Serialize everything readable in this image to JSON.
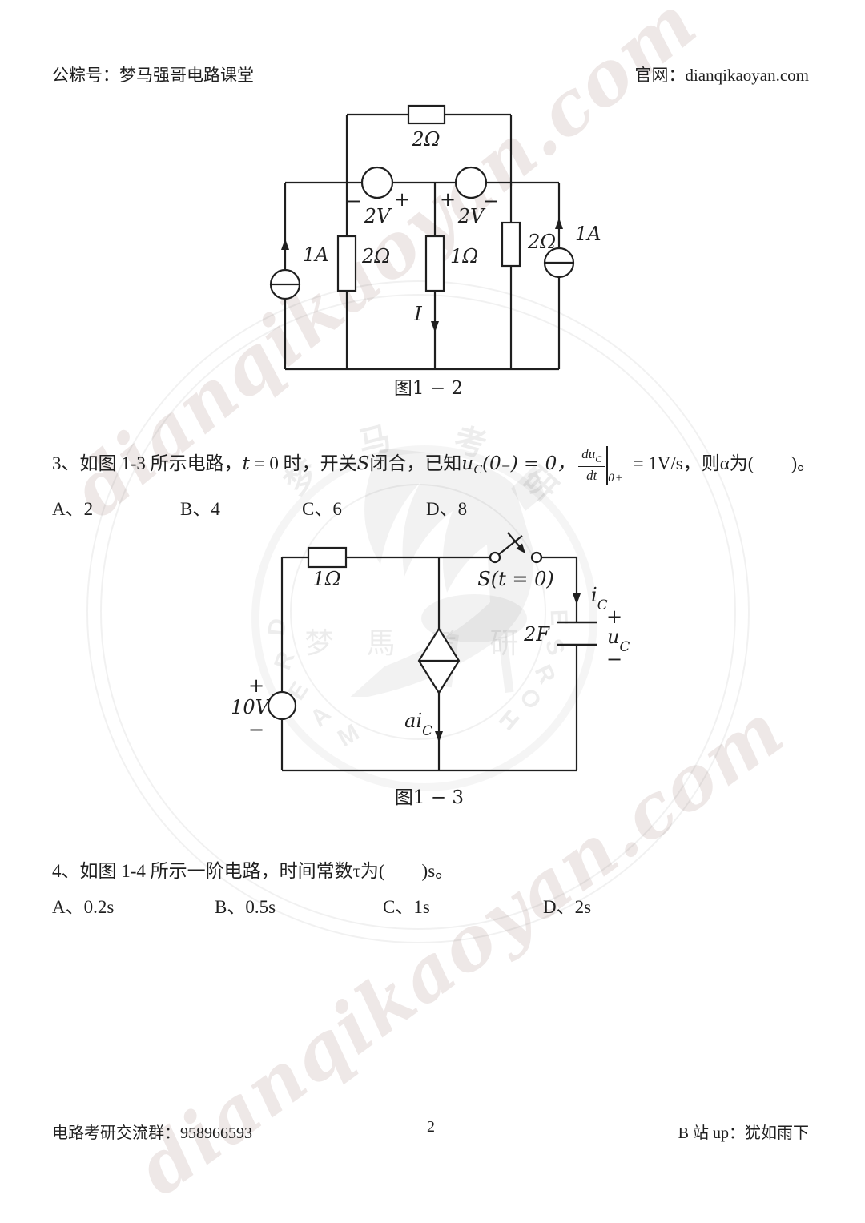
{
  "page": {
    "number": "2"
  },
  "header": {
    "left": "公粽号：梦马强哥电路课堂",
    "right": "官网：dianqikaoyan.com"
  },
  "footer": {
    "left": "电路考研交流群：958966593",
    "right": "B 站 up：犹如雨下"
  },
  "watermark": {
    "diagonal": "dianqikaoyan.com",
    "logo_top_chars": [
      "梦",
      "马",
      "考",
      "研"
    ],
    "logo_left_arc": [
      "D",
      "R",
      "E",
      "A",
      "M"
    ],
    "logo_right_arc": [
      "H",
      "O",
      "R",
      "S",
      "E"
    ],
    "logo_center_text": "梦 馬 考 研"
  },
  "q3": {
    "lead": "3、如图 1-3 所示电路，",
    "t": "t",
    "eq1": " = 0 时，开关",
    "s": "S",
    "mid": "闭合，已知",
    "u": "u",
    "u_sub": "C",
    "u_tail": "(0₋) = 0，",
    "num_d": "du",
    "num_sub": "C",
    "den": "dt",
    "bar_sub": "0+",
    "rhs": " = 1V/s，则α为(　　)。",
    "options": [
      "A、2",
      "B、4",
      "C、6",
      "D、8"
    ]
  },
  "q4": {
    "text": "4、如图 1-4 所示一阶电路，时间常数τ为(　　)s。",
    "options": [
      "A、0.2s",
      "B、0.5s",
      "C、1s",
      "D、2s"
    ]
  },
  "fig12": {
    "caption": "图1 − 2",
    "r_top": "2Ω",
    "v_left": "2V",
    "v_right": "2V",
    "r_left": "2Ω",
    "r_mid": "1Ω",
    "r_right": "2Ω",
    "i_left": "1A",
    "i_right": "1A",
    "current": "I",
    "plus": "+",
    "minus": "−"
  },
  "fig13": {
    "caption": "图1 − 3",
    "r": "1Ω",
    "switch": "S(t = 0)",
    "i": "i",
    "i_sub": "C",
    "cap": "2F",
    "u": "u",
    "u_sub": "C",
    "src": "10V",
    "dep": "ai",
    "dep_sub": "C",
    "plus": "+",
    "minus": "−"
  }
}
